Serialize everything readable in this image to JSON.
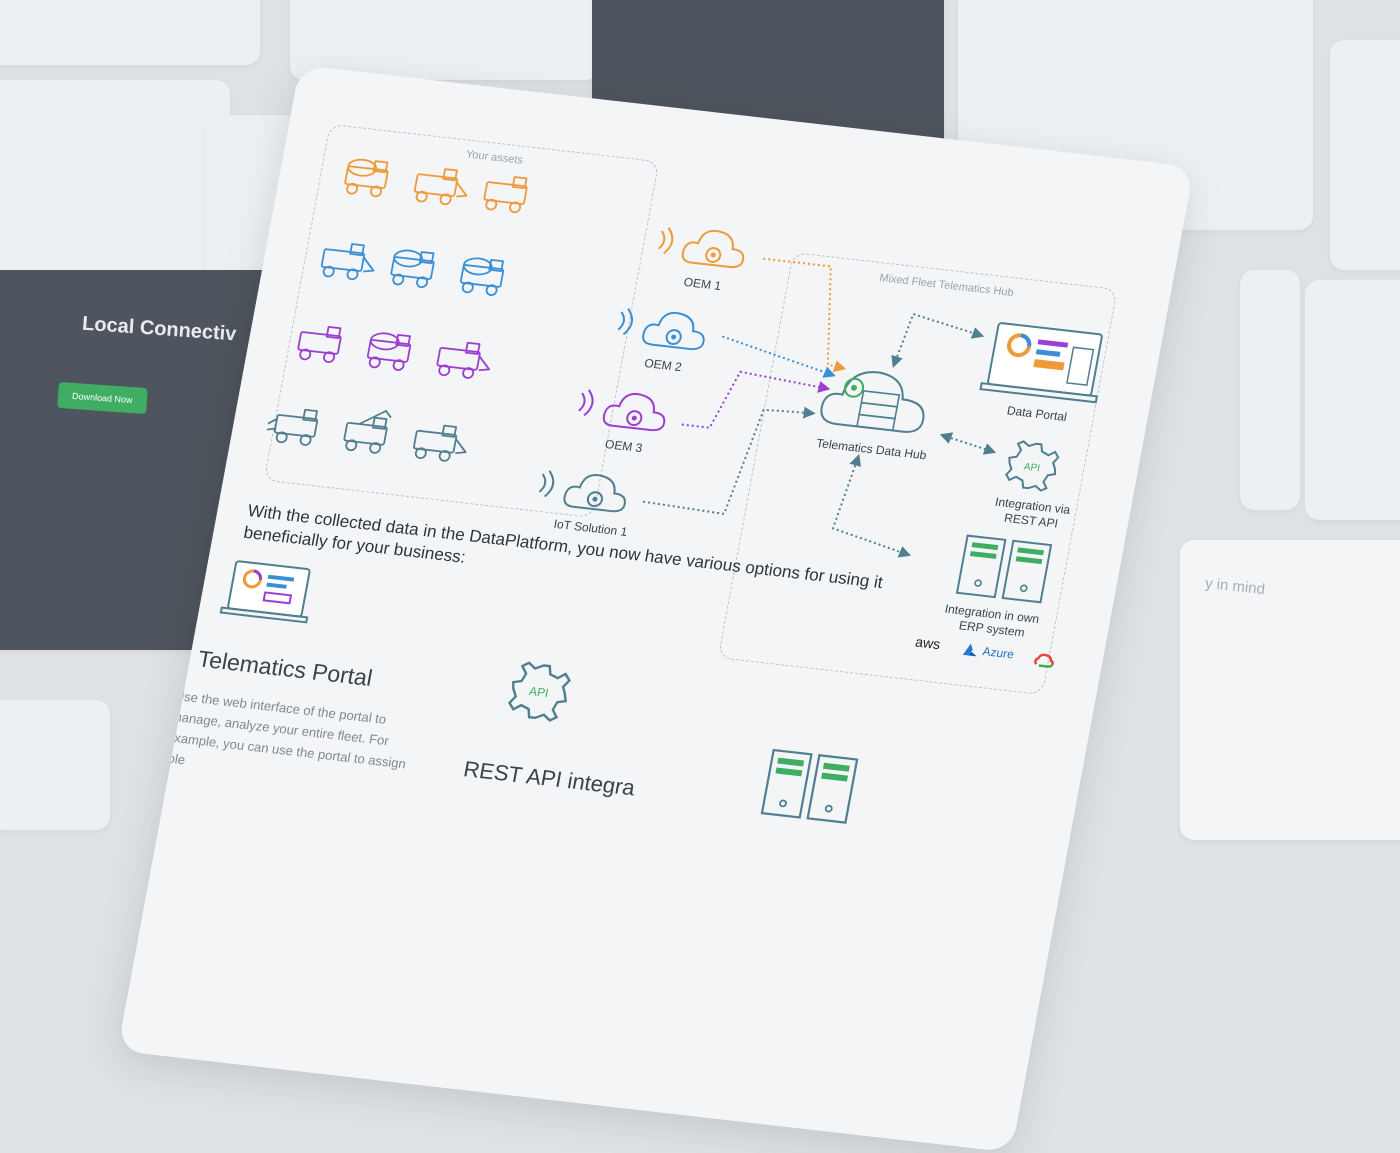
{
  "background": {
    "left_card_title": "Local Connectiv",
    "left_card_button": "Download Now",
    "right_card_title": "y in mind"
  },
  "diagram": {
    "assets_label": "Your assets",
    "hub_label": "Mixed Fleet Telematics Hub",
    "sources": [
      {
        "name": "OEM 1",
        "color": "#ee9a3a"
      },
      {
        "name": "OEM 2",
        "color": "#3b8fd6"
      },
      {
        "name": "OEM 3",
        "color": "#9b3fd3"
      },
      {
        "name": "IoT Solution 1",
        "color": "#4f7f90"
      }
    ],
    "center": "Telematics Data Hub",
    "outputs": {
      "portal": "Data Portal",
      "api_line1": "Integration via",
      "api_line2": "REST API",
      "erp_line1": "Integration in own",
      "erp_line2": "ERP system",
      "api_badge": "API"
    },
    "clouds": {
      "aws": "aws",
      "azure": "Azure"
    }
  },
  "content": {
    "heading": "With the collected data in the DataPlatform, you now have various options for using it beneficially for your business:",
    "portal_title": "Telematics Portal",
    "portal_text": "Use the web interface of the portal to manage, analyze your entire fleet. For example, you can use the portal to assign role",
    "api_title": "REST API integra",
    "api_badge": "API"
  },
  "colors": {
    "orange": "#ee9a3a",
    "blue": "#3b8fd6",
    "purple": "#9b3fd3",
    "teal": "#4f7f90",
    "green": "#3fae63"
  }
}
